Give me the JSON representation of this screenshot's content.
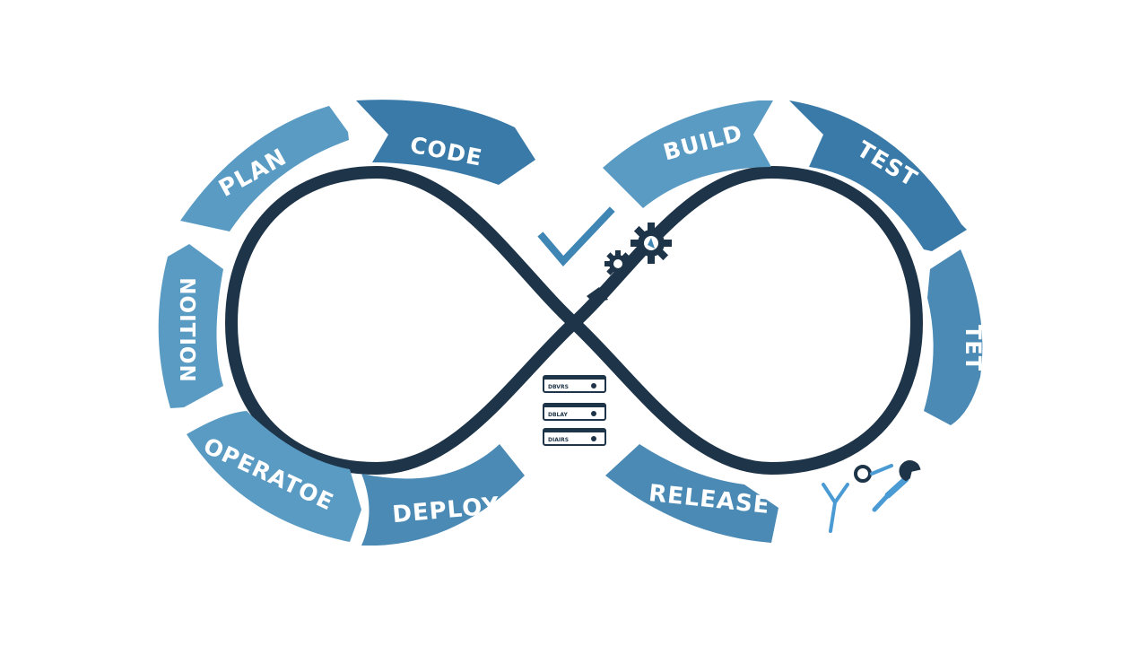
{
  "colors": {
    "loop": "#1e3448",
    "light": "#5a9bc4",
    "mid": "#4a8ab5",
    "dark": "#3a7aa8",
    "check": "#3f86b5",
    "gear": "#1e3448",
    "tool": "#4a9ad4"
  },
  "stages": [
    {
      "label": "PLAN",
      "color": "light"
    },
    {
      "label": "CODE",
      "color": "dark"
    },
    {
      "label": "BUILD",
      "color": "light"
    },
    {
      "label": "TEST",
      "color": "dark"
    },
    {
      "label": "TET",
      "color": "mid"
    },
    {
      "label": "RELEASE",
      "color": "mid"
    },
    {
      "label": "DEPLOY",
      "color": "mid"
    },
    {
      "label": "OPERATOE",
      "color": "light"
    },
    {
      "label": "NOITION",
      "color": "light"
    }
  ],
  "server": {
    "rows": [
      "DBVRS",
      "DBLAY",
      "DIAIRS"
    ]
  },
  "icons": {
    "check": "check-icon",
    "gears": "gears-icon",
    "server": "server-icon",
    "tools": "wrench-icon"
  }
}
